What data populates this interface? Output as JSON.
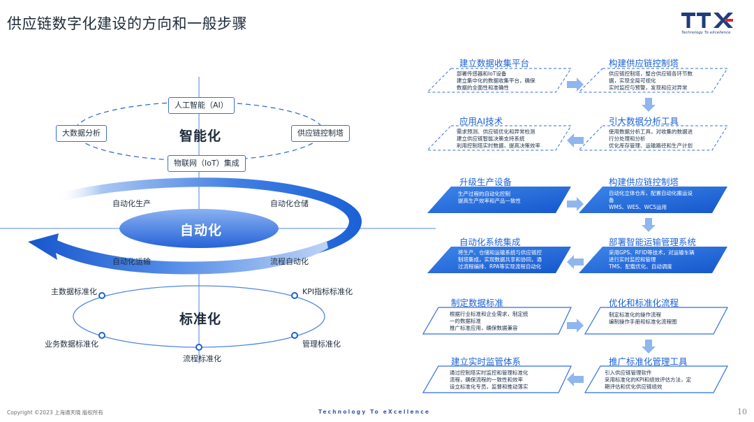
{
  "title": "供应链数字化建设的方向和一般步骤",
  "logo": {
    "text": "TTX",
    "tagline": "Technology To eXcellence"
  },
  "diagram": {
    "intelligent": {
      "label": "智能化",
      "items": {
        "ai": "人工智能（AI）",
        "bigdata": "大数据分析",
        "tower": "供应链控制塔",
        "iot": "物联网（IoT）集成"
      }
    },
    "automation": {
      "label": "自动化",
      "items": {
        "production": "自动化生产",
        "warehouse": "自动化仓储",
        "transport": "自动化运输",
        "process": "流程自动化"
      }
    },
    "standard": {
      "label": "标准化",
      "items": {
        "masterdata": "主数据标准化",
        "kpi": "KPI指标标准化",
        "bizdata": "业务数据标准化",
        "mgmt": "管理标准化",
        "flow": "流程标准化"
      }
    }
  },
  "steps": {
    "s1": {
      "title": "建立数据收集平台",
      "lines": [
        "部署传感器和IoT设备",
        "建立集中化的数据收集平台，确保",
        "数据的全面性和准确性"
      ]
    },
    "s2": {
      "title": "构建供应链控制塔",
      "lines": [
        "供应链控制塔，整合供应链各环节数",
        "据，实现全局可视化",
        "实时监控与预警，发现和应对异常"
      ]
    },
    "s3": {
      "title": "应用AI技术",
      "lines": [
        "需求预测、供应链优化和异常检测",
        "建立供应链智能决策支持系统",
        "利用控制塔实时数据，提高决策效率"
      ]
    },
    "s4": {
      "title": "引大数据分析工具",
      "lines": [
        "使用数据分析工具，对收集的数据进",
        "行分处理和分析",
        "优化库存管理、运输路径和生产计划"
      ]
    },
    "s5": {
      "title": "升级生产设备",
      "lines": [
        "生产过程的自动化控制",
        "提高生产效率和产品一致性"
      ]
    },
    "s6": {
      "title": "构建供应链控制塔",
      "lines": [
        "自动化立体仓库，配置自动化搬运设",
        "备",
        "WMS、WES、WCS运用"
      ]
    },
    "s7": {
      "title": "自动化系统集成",
      "lines": [
        "将生产、仓储和运输系统与供应链控",
        "制塔集成，实现数据共享和协同，通",
        "过流程编排、RPA等实现流程自动化"
      ]
    },
    "s8": {
      "title": "部署智能运输管理系统",
      "lines": [
        "采用GPS、RFID等技术，对运输车辆",
        "进行实时监控和管理",
        "TMS、配载优化、自动调度"
      ]
    },
    "s9": {
      "title": "制定数据标准",
      "lines": [
        "根据行业标准和企业需求，制定统",
        "一的数据标准",
        "推广标准应用，确保数据兼容"
      ]
    },
    "s10": {
      "title": "优化和标准化流程",
      "lines": [
        "制定标准化的操作流程",
        "编制操作手册和标准化流程图"
      ]
    },
    "s11": {
      "title": "建立实时监管体系",
      "lines": [
        "通过控制塔实时监控和管理标准化",
        "流程，确保流程的一致性和效率",
        "设立标准化专员，监督和推动落实"
      ]
    },
    "s12": {
      "title": "推广标准化管理工具",
      "lines": [
        "引入供应链管理软件",
        "采用标准化的KPI和绩效评估方法，定",
        "期评估和优化供应链绩效"
      ]
    }
  },
  "footer": {
    "copyright": "Copyright ©2023 上海通天晓 版权所有",
    "tagline": "Technology To eXcellence",
    "page": "10"
  },
  "colors": {
    "primary": "#1a61d6",
    "light": "#8fb6ef",
    "dashed": "#2f6fdc"
  }
}
